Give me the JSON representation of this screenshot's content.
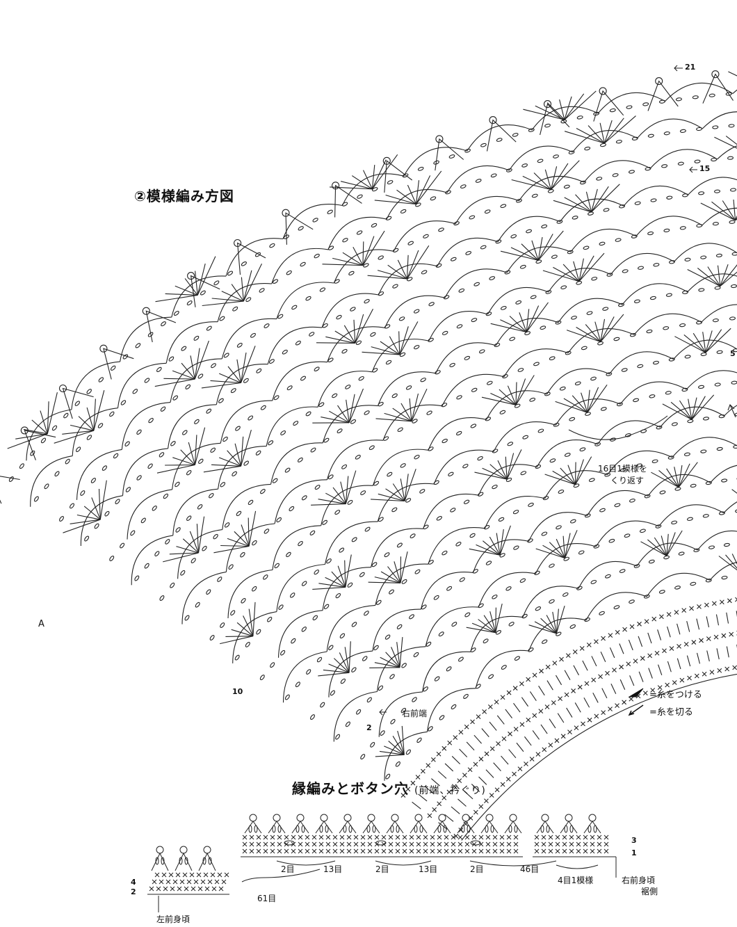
{
  "fan_chart": {
    "title": "②模様編み方図",
    "row_labels": {
      "r21": "21",
      "r15": "15",
      "r5": "5",
      "r10": "10",
      "r2": "2"
    },
    "corner_label": "A",
    "front_edge_label": "右前端",
    "repeat_note_line1": "16目1模様を",
    "repeat_note_line2": "くり返す"
  },
  "legend": {
    "attach": "=糸をつける",
    "cut": "=糸を切る"
  },
  "edging": {
    "title": "縁編みとボタン穴",
    "subtitle": "(前端、衿ぐり)",
    "row_labels": {
      "r1": "1",
      "r2": "2",
      "r3": "3",
      "r4": "4"
    },
    "counts": {
      "c2a": "2目",
      "c13a": "13目",
      "c2b": "2目",
      "c13b": "13目",
      "c2c": "2目",
      "c46": "46目",
      "c61": "61目"
    },
    "repeat": "4目1模様",
    "right_label_line1": "右前身頃",
    "right_label_line2": "裾側",
    "left_label": "左前身頃"
  }
}
